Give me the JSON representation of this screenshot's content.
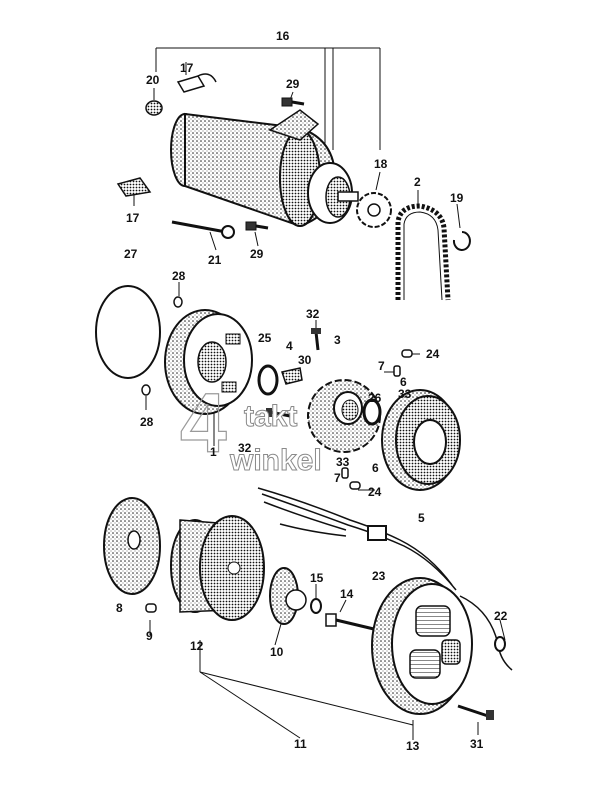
{
  "diagram": {
    "watermark": {
      "digit": "4",
      "word_top": "takt",
      "word_bottom": "winkel"
    },
    "callouts": {
      "c16": "16",
      "c17a": "17",
      "c20": "20",
      "c29a": "29",
      "c18": "18",
      "c2": "2",
      "c19": "19",
      "c17b": "17",
      "c21": "21",
      "c29b": "29",
      "c27": "27",
      "c28a": "28",
      "c32a": "32",
      "c3": "3",
      "c25": "25",
      "c4": "4",
      "c30": "30",
      "c24a": "24",
      "c7a": "7",
      "c6a": "6",
      "c33a": "33",
      "c26": "26",
      "c28b": "28",
      "c32b": "32",
      "c1": "1",
      "c33b": "33",
      "c6b": "6",
      "c7b": "7",
      "c24b": "24",
      "c5": "5",
      "c23": "23",
      "c8": "8",
      "c9": "9",
      "c12": "12",
      "c15": "15",
      "c14": "14",
      "c10": "10",
      "c22": "22",
      "c11": "11",
      "c13": "13",
      "c31": "31"
    }
  }
}
